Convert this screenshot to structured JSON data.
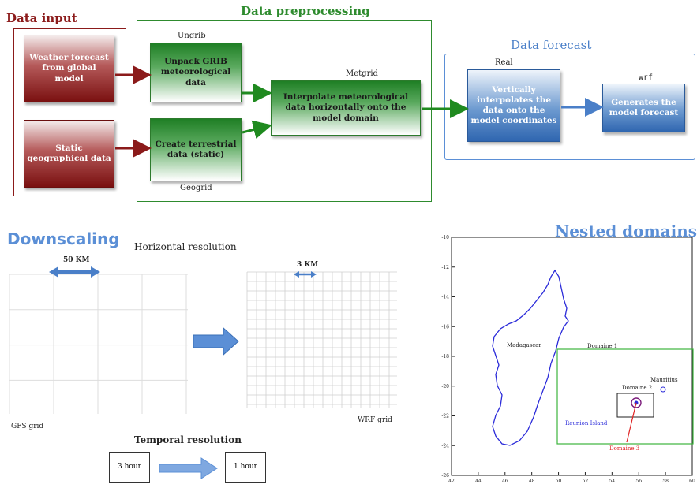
{
  "colors": {
    "input_red": "#8b1a1a",
    "preprocess_green": "#2e8b2e",
    "forecast_blue": "#4a7fc8",
    "downscaling_blue": "#5b8fd6",
    "domain_green": "#3cb43c",
    "domain_purple": "#7a1a7a",
    "coast_blue": "#2b2bd9",
    "red_label": "#e02020"
  },
  "data_input": {
    "title": "Data input",
    "weather_box": "Weather forecast from global model",
    "static_box": "Static geographical data"
  },
  "preprocessing": {
    "title": "Data preprocessing",
    "ungrib_label": "Ungrib",
    "ungrib_box": "Unpack GRIB meteorological data",
    "geogrid_box": "Create terrestrial data (static)",
    "geogrid_label": "Geogrid",
    "metgrid_label": "Metgrid",
    "metgrid_box": "Interpolate meteorological data horizontally onto the model domain"
  },
  "forecast": {
    "title": "Data forecast",
    "real_label": "Real",
    "real_box": "Vertically interpolates the data onto the model coordinates",
    "wrf_label": "wrf",
    "wrf_box": "Generates the model forecast"
  },
  "downscaling": {
    "title": "Downscaling",
    "horizontal_label": "Horizontal resolution",
    "coarse_spacing": "50 KM",
    "fine_spacing": "3 KM",
    "gfs_label": "GFS grid",
    "wrf_label": "WRF grid",
    "temporal_label": "Temporal resolution",
    "from_step": "3 hour",
    "to_step": "1 hour"
  },
  "nested": {
    "title": "Nested domains",
    "x_ticks": [
      "42",
      "44",
      "46",
      "48",
      "50",
      "52",
      "54",
      "56",
      "58",
      "60"
    ],
    "y_ticks": [
      "-10",
      "-12",
      "-14",
      "-16",
      "-18",
      "-20",
      "-22",
      "-24",
      "-26"
    ],
    "madagascar": "Madagascar",
    "domain1": "Domaine 1",
    "domain2": "Domaine 2",
    "domain3": "Domaine 3",
    "mauritius": "Mauritius",
    "reunion": "Reunion Island"
  }
}
